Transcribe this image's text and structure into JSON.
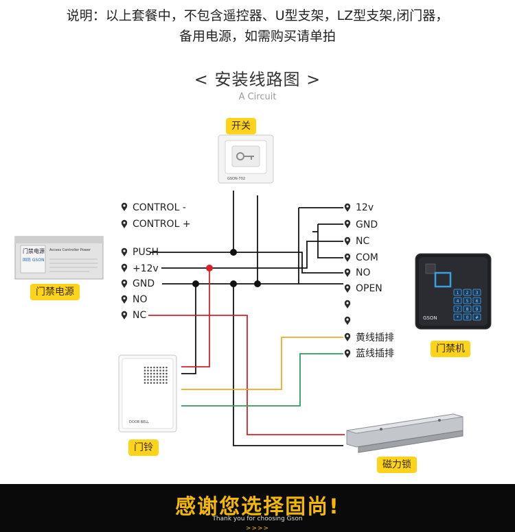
{
  "header": {
    "note_line1": "说明：以上套餐中，不包含遥控器、U型支架，LZ型支架,闭门器，",
    "note_line2": "备用电源，如需购买请单拍",
    "title": "< 安装线路图 >",
    "subtitle": "A Circuit"
  },
  "devices": {
    "exit_button": {
      "label": "开关",
      "model": "GSON-702"
    },
    "power_supply": {
      "label": "门禁电源",
      "title_text": "门禁电源",
      "brand": "固尚 GSON",
      "caption": "Access Controller Power"
    },
    "access_controller": {
      "label": "门禁机",
      "brand": "GSON"
    },
    "doorbell": {
      "label": "门铃",
      "caption": "DOOR BELL"
    },
    "magnetic_lock": {
      "label": "磁力锁"
    }
  },
  "left_terminals": [
    "CONTROL -",
    "CONTROL +",
    "PUSH",
    "+12v",
    "GND",
    "NO",
    "NC"
  ],
  "right_terminals": [
    "12v",
    "GND",
    "NC",
    "COM",
    "NO",
    "OPEN",
    "",
    "",
    "黄线插排",
    "蓝线插排"
  ],
  "keypad_keys": [
    "1",
    "2",
    "3",
    "4",
    "5",
    "6",
    "7",
    "8",
    "9",
    "*",
    "0",
    "#"
  ],
  "footer": {
    "main": "感谢您选择固尚!",
    "sub": "Thank you for choosing Gson",
    "arrows": ">>>>"
  },
  "colors": {
    "tag_bg": "#fdd419",
    "wire_black": "#111111",
    "wire_red": "#d9202b",
    "wire_yellow": "#f0a82a",
    "wire_green": "#2e9a5a",
    "footer_text": "#f5b800"
  }
}
